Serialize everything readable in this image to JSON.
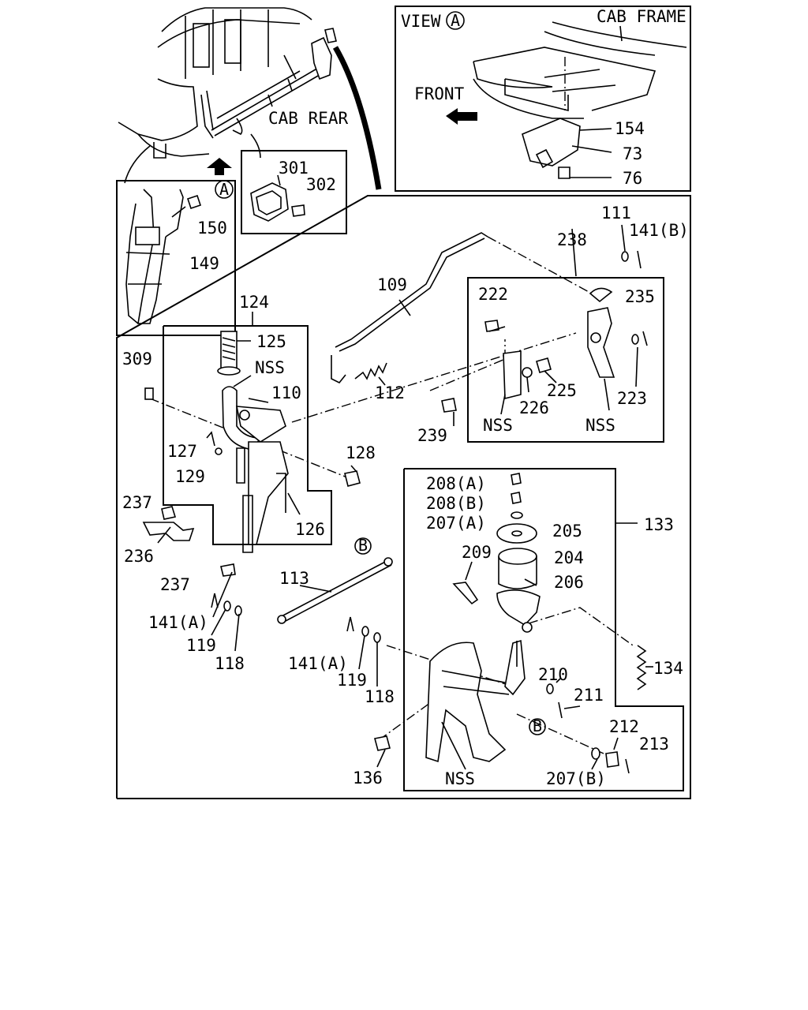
{
  "view_label": "VIEW",
  "view_marker": "A",
  "cab_frame": "CAB FRAME",
  "front": "FRONT",
  "cab_rear": "CAB REAR",
  "marker_a": "A",
  "marker_b": "B",
  "nss": "NSS",
  "parts": {
    "p73": "73",
    "p76": "76",
    "p109": "109",
    "p110": "110",
    "p111": "111",
    "p112": "112",
    "p113": "113",
    "p118": "118",
    "p119": "119",
    "p124": "124",
    "p125": "125",
    "p126": "126",
    "p127": "127",
    "p128": "128",
    "p129": "129",
    "p133": "133",
    "p134": "134",
    "p136": "136",
    "p141a": "141(A)",
    "p141b": "141(B)",
    "p149": "149",
    "p150": "150",
    "p154": "154",
    "p204": "204",
    "p205": "205",
    "p206": "206",
    "p207a": "207(A)",
    "p207b": "207(B)",
    "p208a": "208(A)",
    "p208b": "208(B)",
    "p209": "209",
    "p210": "210",
    "p211": "211",
    "p212": "212",
    "p213": "213",
    "p222": "222",
    "p223": "223",
    "p225": "225",
    "p226": "226",
    "p235": "235",
    "p236": "236",
    "p237": "237",
    "p238": "238",
    "p239": "239",
    "p301": "301",
    "p302": "302",
    "p309": "309"
  }
}
